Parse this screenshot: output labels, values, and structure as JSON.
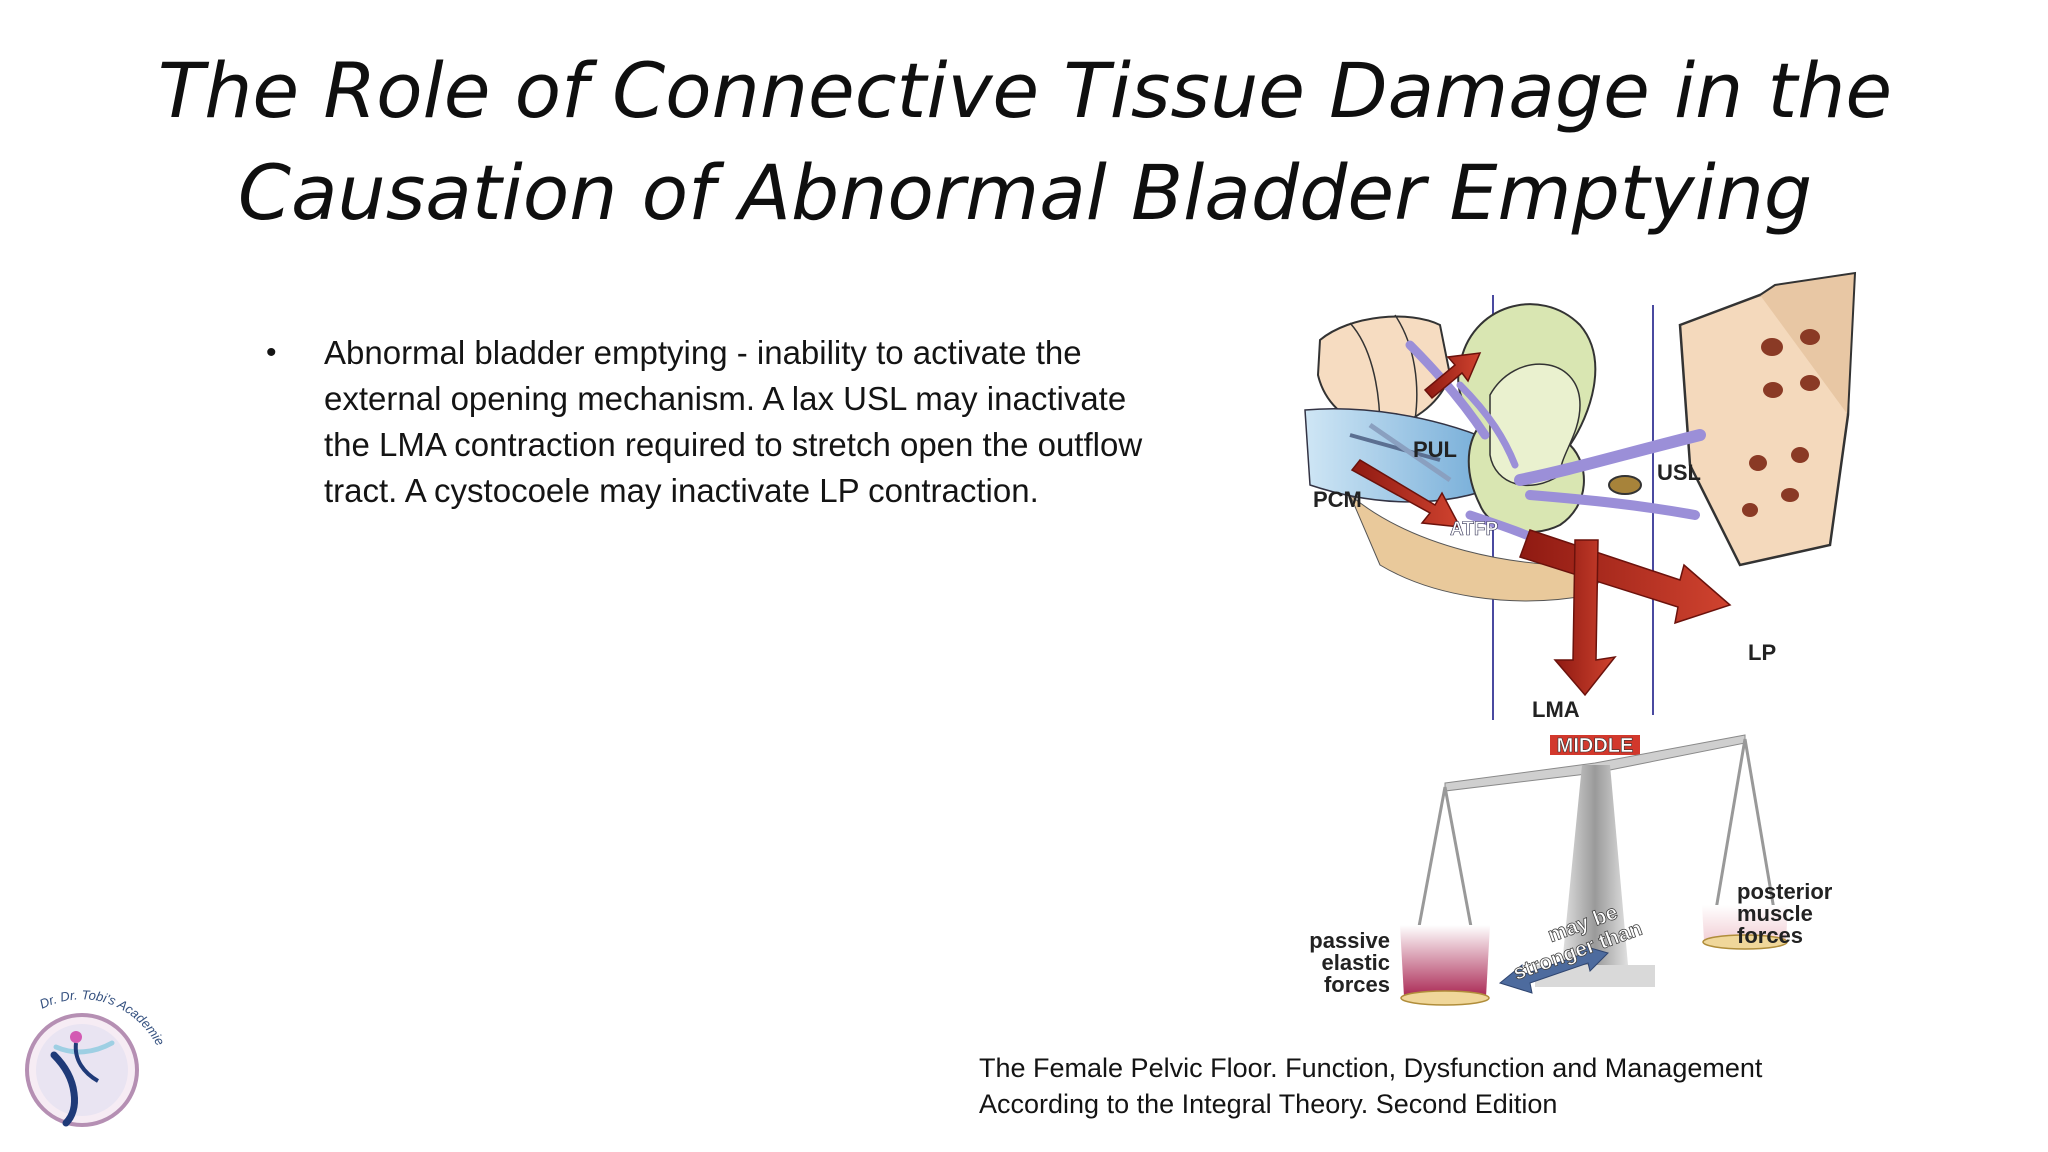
{
  "slide": {
    "title_line1": "The Role of Connective Tissue Damage in the",
    "title_line2": "Causation of Abnormal Bladder Emptying",
    "bullets": [
      "Abnormal bladder emptying - inability to activate the external opening mechanism. A lax USL may inactivate the LMA contraction required to stretch open the outflow tract. A cystocoele may inactivate LP contraction."
    ],
    "citation_line1": "The Female Pelvic Floor. Function, Dysfunction and Management",
    "citation_line2": "According to the Integral Theory.  Second Edition"
  },
  "figure": {
    "labels": {
      "pul": "PUL",
      "pcm": "PCM",
      "atfp": "ATFP",
      "usl": "USL",
      "lp": "LP",
      "lma": "LMA",
      "middle": "MIDDLE",
      "may_be": "may be",
      "stronger_than": "stronger than",
      "passive": "passive",
      "elastic": "elastic",
      "forces_left": "forces",
      "posterior": "posterior",
      "muscle": "muscle",
      "forces_right": "forces"
    }
  },
  "logo": {
    "text": "Dr. Dr. Tobi's Academie"
  }
}
